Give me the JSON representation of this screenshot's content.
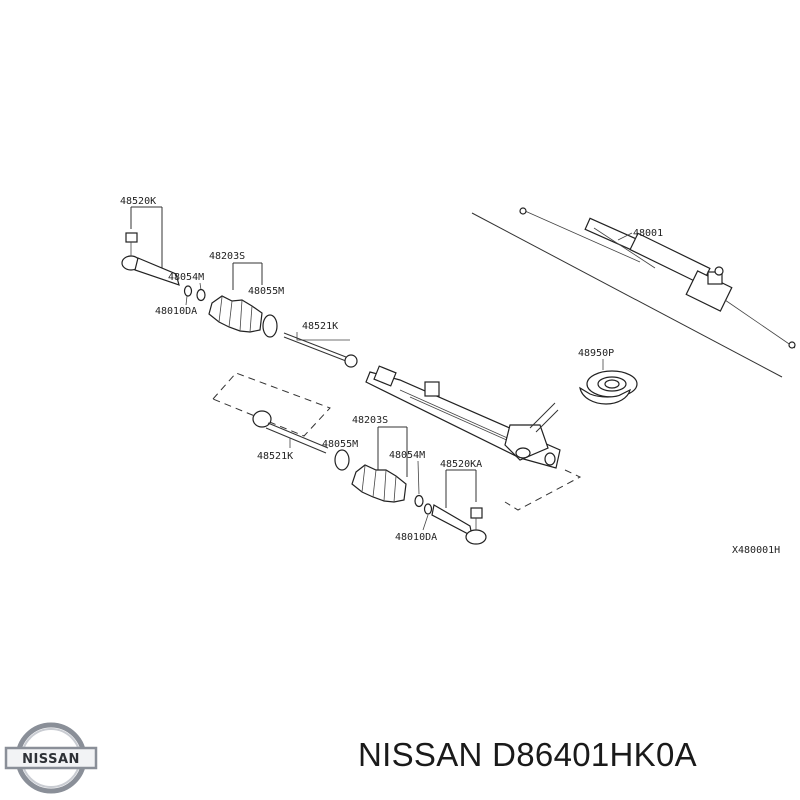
{
  "diagram": {
    "labels": {
      "tie_rod_end_upper": "48520K",
      "boot_upper": "48203S",
      "clamp_small_upper": "48054M",
      "clamp_large_upper": "48055M",
      "nut_upper": "48010DA",
      "inner_tie_rod_upper": "48521K",
      "gear_assembly": "48001",
      "grommet": "48950P",
      "boot_lower": "48203S",
      "clamp_large_lower": "48055M",
      "clamp_small_lower": "48054M",
      "tie_rod_end_lower": "48520KA",
      "inner_tie_rod_lower": "48521K",
      "nut_lower": "48010DA",
      "diagram_code": "X480001H"
    }
  },
  "brand": {
    "logo_text": "NISSAN"
  },
  "caption": "NISSAN D86401HK0A"
}
